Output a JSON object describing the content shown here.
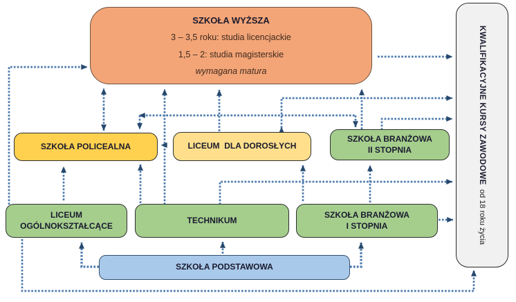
{
  "diagram": {
    "boxes": {
      "wyzsza": {
        "title": "SZKOŁA WYŻSZA",
        "line1": "3 – 3,5 roku: studia licencjackie",
        "line2": "1,5 – 2: studia magisterskie",
        "line3": "wymagana matura",
        "fill": "#F3A577"
      },
      "kkz": {
        "title": "KWALIFIKACYJNE KURSY ZAWODOWE",
        "subtitle": "od 18 roku życia",
        "fill": "#F1F1F1"
      },
      "policealna": {
        "label": "SZKOŁA POLICEALNA",
        "fill": "#FFD14F"
      },
      "liceum_dorosli": {
        "label": "LICEUM  DLA DOROSŁYCH",
        "fill": "#FFDF8C"
      },
      "branzowa2": {
        "label": "SZKOŁA BRANŻOWA\nII STOPNIA",
        "fill": "#A5CE8D"
      },
      "ogolno": {
        "label": "LICEUM\nOGÓLNOKSZTAŁCĄCE",
        "fill": "#A5CE8D"
      },
      "technikum": {
        "label": "TECHNIKUM",
        "fill": "#A5CE8D"
      },
      "branzowa1": {
        "label": "SZKOŁA BRANŻOWA\nI STOPNIA",
        "fill": "#A5CE8D"
      },
      "podstawowa": {
        "label": "SZKOŁA PODSTAWOWA",
        "fill": "#A9C9EA"
      }
    },
    "edges": [
      "liceum_ogolnoksztalcace -> szkola_wyzsza",
      "szkola_wyzsza <-> szkola_policealna",
      "technikum -> szkola_wyzsza",
      "technikum -> szkola_policealna (side)",
      "liceum_dla_doroslych -> szkola_wyzsza",
      "szkola_branzowa_2 -> szkola_wyzsza",
      "-> szkola_policealna (top)",
      "-> szkola_branzowa_2 (top)",
      "szkola_wyzsza -> kkz",
      "liceum_dla_doroslych -> kkz",
      "szkola_branzowa_2 -> kkz",
      "technikum -> kkz",
      "szkola_branzowa_1 -> kkz",
      "liceum_ogolnoksztalcace -> kkz (bottom)",
      "liceum_ogolnoksztalcace -> szkola_policealna",
      "technikum -> szkola_policealna",
      "szkola_branzowa_1 -> liceum_dla_doroslych",
      "szkola_branzowa_1 -> szkola_branzowa_2",
      "szkola_podstawowa -> liceum_ogolnoksztalcace",
      "szkola_podstawowa -> technikum",
      "szkola_podstawowa -> szkola_branzowa_1"
    ],
    "colors": {
      "arrow": "#4b79ac",
      "arrowhead": "#26486e",
      "text": "#1a1a2e"
    }
  }
}
